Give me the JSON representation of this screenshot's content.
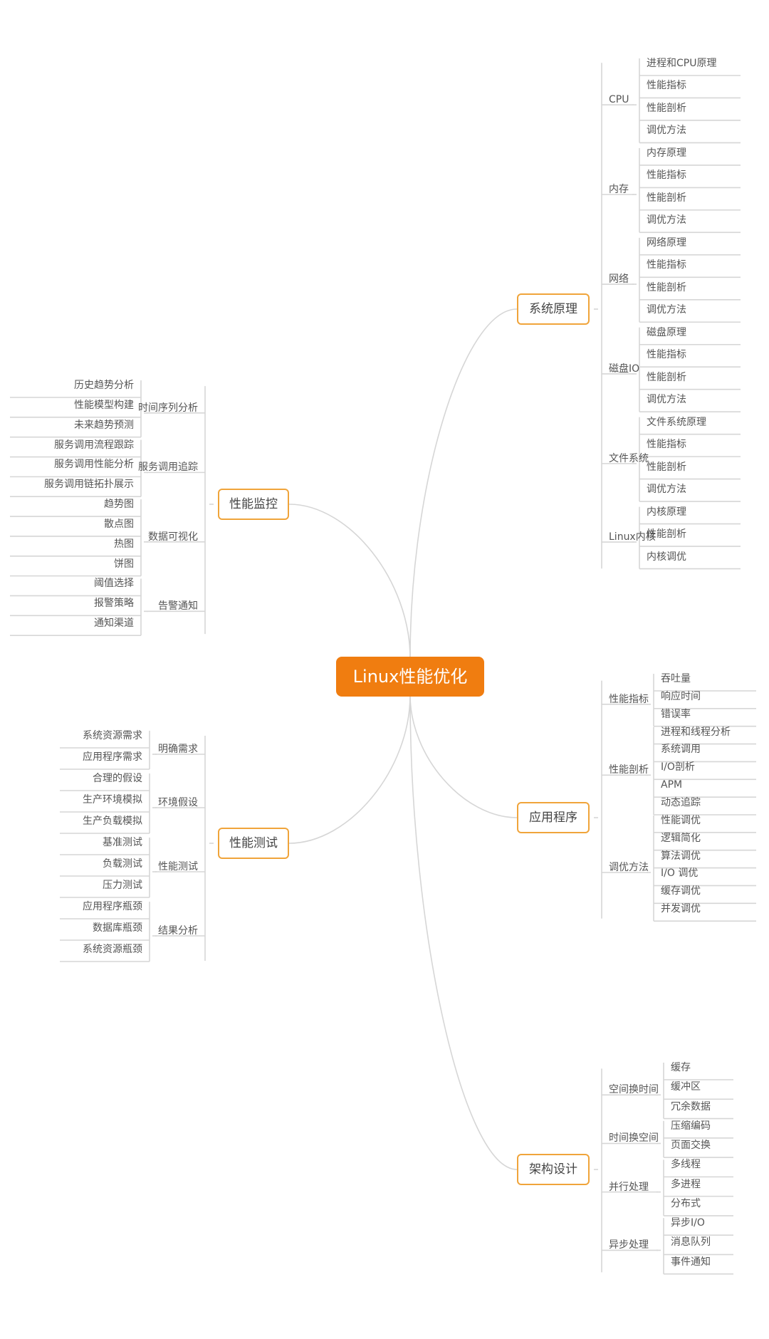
{
  "root": "Linux性能优化",
  "branches": [
    {
      "key": "sys",
      "label": "系统原理",
      "groups": [
        {
          "label": "CPU",
          "leaves": [
            "进程和CPU原理",
            "性能指标",
            "性能剖析",
            "调优方法"
          ]
        },
        {
          "label": "内存",
          "leaves": [
            "内存原理",
            "性能指标",
            "性能剖析",
            "调优方法"
          ]
        },
        {
          "label": "网络",
          "leaves": [
            "网络原理",
            "性能指标",
            "性能剖析",
            "调优方法"
          ]
        },
        {
          "label": "磁盘IO",
          "leaves": [
            "磁盘原理",
            "性能指标",
            "性能剖析",
            "调优方法"
          ]
        },
        {
          "label": "文件系统",
          "leaves": [
            "文件系统原理",
            "性能指标",
            "性能剖析",
            "调优方法"
          ]
        },
        {
          "label": "Linux内核",
          "leaves": [
            "内核原理",
            "性能剖析",
            "内核调优"
          ]
        }
      ]
    },
    {
      "key": "app",
      "label": "应用程序",
      "groups": [
        {
          "label": "性能指标",
          "leaves": [
            "吞吐量",
            "响应时间",
            "错误率"
          ]
        },
        {
          "label": "性能剖析",
          "leaves": [
            "进程和线程分析",
            "系统调用",
            "I/O剖析",
            "APM",
            "动态追踪"
          ]
        },
        {
          "label": "调优方法",
          "leaves": [
            "性能调优",
            "逻辑简化",
            "算法调优",
            "I/O 调优",
            "缓存调优",
            "并发调优"
          ]
        }
      ]
    },
    {
      "key": "arch",
      "label": "架构设计",
      "groups": [
        {
          "label": "空间换时间",
          "leaves": [
            "缓存",
            "缓冲区",
            "冗余数据"
          ]
        },
        {
          "label": "时间换空间",
          "leaves": [
            "压缩编码",
            "页面交换"
          ]
        },
        {
          "label": "并行处理",
          "leaves": [
            "多线程",
            "多进程",
            "分布式"
          ]
        },
        {
          "label": "异步处理",
          "leaves": [
            "异步I/O",
            "消息队列",
            "事件通知"
          ]
        }
      ]
    },
    {
      "key": "mon",
      "label": "性能监控",
      "groups": [
        {
          "label": "时间序列分析",
          "leaves": [
            "历史趋势分析",
            "性能模型构建",
            "未来趋势预测"
          ]
        },
        {
          "label": "服务调用追踪",
          "leaves": [
            "服务调用流程跟踪",
            "服务调用性能分析",
            "服务调用链拓扑展示"
          ]
        },
        {
          "label": "数据可视化",
          "leaves": [
            "趋势图",
            "散点图",
            "热图",
            "饼图"
          ]
        },
        {
          "label": "告警通知",
          "leaves": [
            "阈值选择",
            "报警策略",
            "通知渠道"
          ]
        }
      ]
    },
    {
      "key": "test",
      "label": "性能测试",
      "groups": [
        {
          "label": "明确需求",
          "leaves": [
            "系统资源需求",
            "应用程序需求"
          ]
        },
        {
          "label": "环境假设",
          "leaves": [
            "合理的假设",
            "生产环境模拟",
            "生产负载模拟"
          ]
        },
        {
          "label": "性能测试",
          "leaves": [
            "基准测试",
            "负载测试",
            "压力测试"
          ]
        },
        {
          "label": "结果分析",
          "leaves": [
            "应用程序瓶颈",
            "数据库瓶颈",
            "系统资源瓶颈"
          ]
        }
      ]
    }
  ],
  "colors": {
    "root_fill": "#f07d10",
    "branch_border": "#f0a43a",
    "line": "#d6d6d6",
    "text": "#555555"
  }
}
